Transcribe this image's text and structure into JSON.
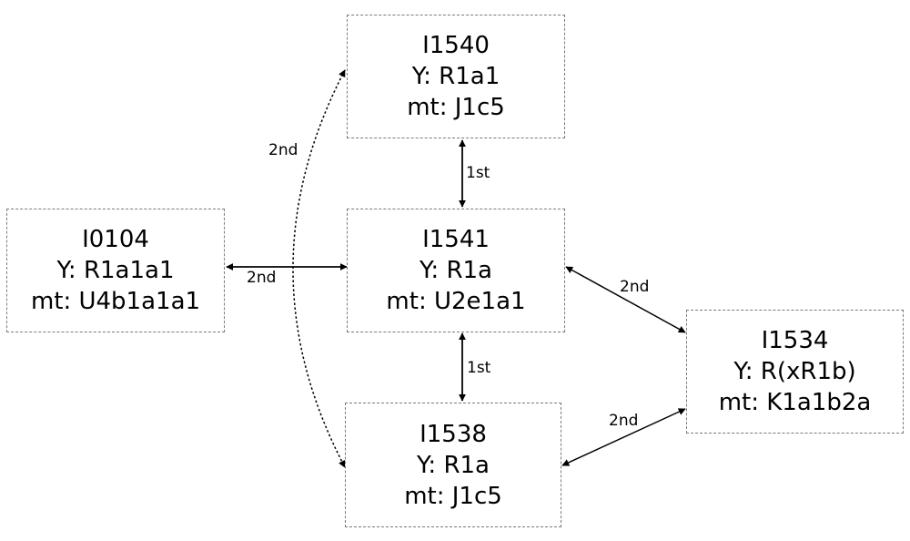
{
  "nodes": {
    "I1540": {
      "id": "I1540",
      "y": "Y: R1a1",
      "mt": "mt: J1c5"
    },
    "I0104": {
      "id": "I0104",
      "y": "Y: R1a1a1",
      "mt": "mt: U4b1a1a1"
    },
    "I1541": {
      "id": "I1541",
      "y": "Y: R1a",
      "mt": "mt: U2e1a1"
    },
    "I1534": {
      "id": "I1534",
      "y": "Y: R(xR1b)",
      "mt": "mt: K1a1b2a"
    },
    "I1538": {
      "id": "I1538",
      "y": "Y: R1a",
      "mt": "mt: J1c5"
    }
  },
  "edges": {
    "I1540_I1541": {
      "from": "I1540",
      "to": "I1541",
      "label": "1st",
      "style": "solid"
    },
    "I0104_I1541": {
      "from": "I0104",
      "to": "I1541",
      "label": "2nd",
      "style": "solid"
    },
    "I1541_I1538": {
      "from": "I1541",
      "to": "I1538",
      "label": "1st",
      "style": "solid"
    },
    "I1541_I1534": {
      "from": "I1541",
      "to": "I1534",
      "label": "2nd",
      "style": "solid"
    },
    "I1538_I1534": {
      "from": "I1538",
      "to": "I1534",
      "label": "2nd",
      "style": "solid"
    },
    "I1540_I1538": {
      "from": "I1540",
      "to": "I1538",
      "label": "2nd",
      "style": "dotted"
    }
  },
  "colors": {
    "box_border": "#7a7a7a",
    "line": "#000000",
    "text": "#000000"
  }
}
